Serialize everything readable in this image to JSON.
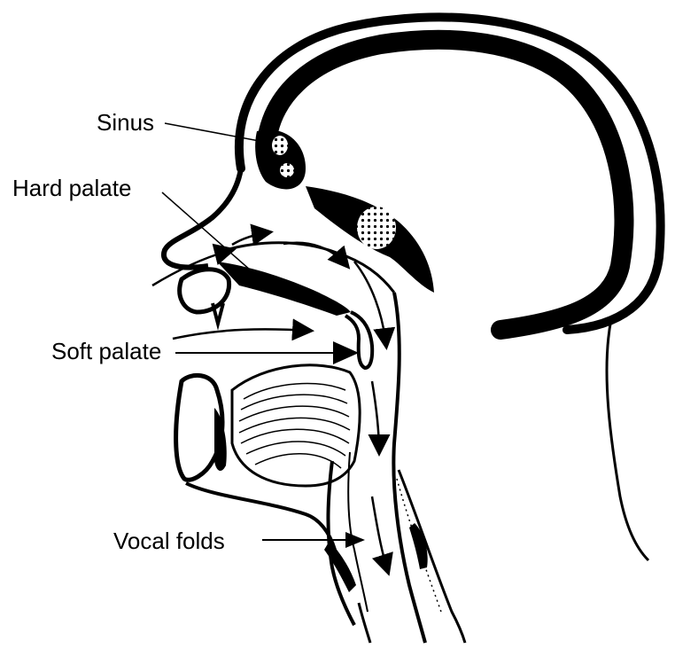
{
  "labels": {
    "sinus": "Sinus",
    "hard_palate": "Hard palate",
    "soft_palate": "Soft palate",
    "vocal_folds": "Vocal folds"
  },
  "colors": {
    "ink": "#000000",
    "paper": "#ffffff"
  }
}
